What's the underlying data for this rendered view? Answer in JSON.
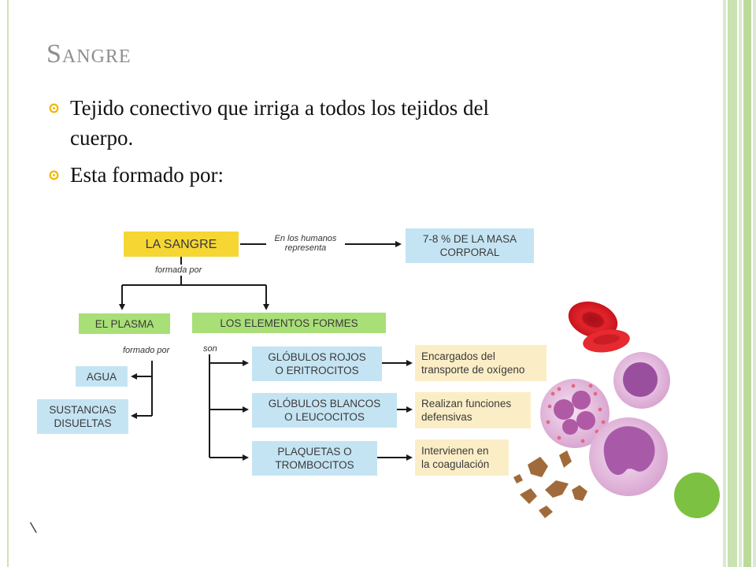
{
  "slide": {
    "title": "Sangre",
    "bullets": [
      {
        "line1": "Tejido conectivo que irriga a todos los tejidos del",
        "line2": "cuerpo."
      },
      {
        "line1": "Esta formado por:"
      }
    ]
  },
  "diagram": {
    "root": "LA SANGRE",
    "represents_label": {
      "line1": "En los humanos",
      "line2": "representa"
    },
    "mass": {
      "line1": "7-8 % DE LA MASA",
      "line2": "CORPORAL"
    },
    "formed_by_label": "formada por",
    "plasma": "EL PLASMA",
    "elements": "LOS ELEMENTOS FORMES",
    "plasma_formed_by_label": "formado por",
    "elements_son_label": "son",
    "water": "AGUA",
    "dissolved": {
      "line1": "SUSTANCIAS",
      "line2": "DISUELTAS"
    },
    "red_cells": {
      "line1": "GLÓBULOS ROJOS",
      "line2": "O ERITROCITOS"
    },
    "white_cells": {
      "line1": "GLÓBULOS BLANCOS",
      "line2": "O LEUCOCITOS"
    },
    "platelets": {
      "line1": "PLAQUETAS O",
      "line2": "TROMBOCITOS"
    },
    "red_desc": {
      "line1": "Encargados del",
      "line2": "transporte de oxígeno"
    },
    "white_desc": {
      "line1": "Realizan funciones",
      "line2": "defensivas"
    },
    "platelet_desc": {
      "line1": "Intervienen en",
      "line2": "la coagulación"
    }
  },
  "colors": {
    "root_box": "#f5d633",
    "info_box": "#c5e4f3",
    "category_box": "#a9df77",
    "description_box": "#fbeec6",
    "bullet": "#f2b705",
    "accent_dot": "#7dc142",
    "stripes": "#cfe3b4"
  },
  "icons": {
    "bullet": "bullet-icon",
    "red_blood_cell": "red-blood-cell-icon",
    "white_blood_cell": "white-blood-cell-icon",
    "platelet": "platelet-icon"
  }
}
